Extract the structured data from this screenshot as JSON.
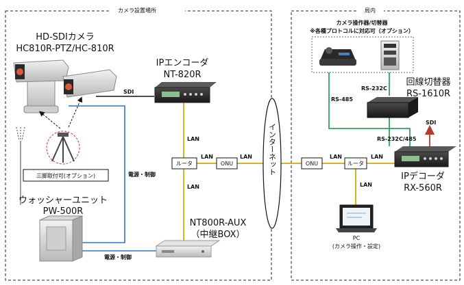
{
  "areas": {
    "left_title": "カメラ設置場所",
    "right_title": "局内"
  },
  "devices": {
    "camera_line1": "HD-SDIカメラ",
    "camera_line2": "HC810R-PTZ/HC-810R",
    "encoder_line1": "IPエンコーダ",
    "encoder_line2": "NT-820R",
    "tripod_option": "三脚取付可(オプション)",
    "washer_line1": "ウォッシャーユニット",
    "washer_line2": "PW-500R",
    "relay_line1": "NT800R-AUX",
    "relay_line2": "（中継BOX）",
    "router_left": "ルータ",
    "onu_left": "ONU",
    "internet": "インターネット",
    "onu_right": "ONU",
    "router_right": "ルータ",
    "controller_line1": "カメラ操作器/切替器",
    "controller_line2": "※各種プロトコルに対応可（オプション）",
    "switcher_line1": "回線切替器",
    "switcher_line2": "RS-1610R",
    "decoder_line1": "IPデコーダ",
    "decoder_line2": "RX-560R",
    "pc_line1": "PC",
    "pc_line2": "(カメラ操作・設定)"
  },
  "links": {
    "sdi_left": "SDI",
    "lan_encoder": "LAN",
    "lan_relay": "LAN",
    "lan_router_onu": "LAN",
    "lan_onu_net": "LAN",
    "power_ctrl_vertical": "電源・制御",
    "power_ctrl_bottom": "電源・制御",
    "rs485": "RS-485",
    "rs232c": "RS-232C",
    "rs232c485": "RS-232C/485",
    "sdi_right": "SDI",
    "lan_onu_router": "LAN",
    "lan_router_decoder": "LAN",
    "lan_pc": "LAN"
  },
  "colors": {
    "lan": "#d4a900",
    "green": "#2aa55a",
    "blue": "#2f74c0",
    "sdi": "#111111"
  }
}
